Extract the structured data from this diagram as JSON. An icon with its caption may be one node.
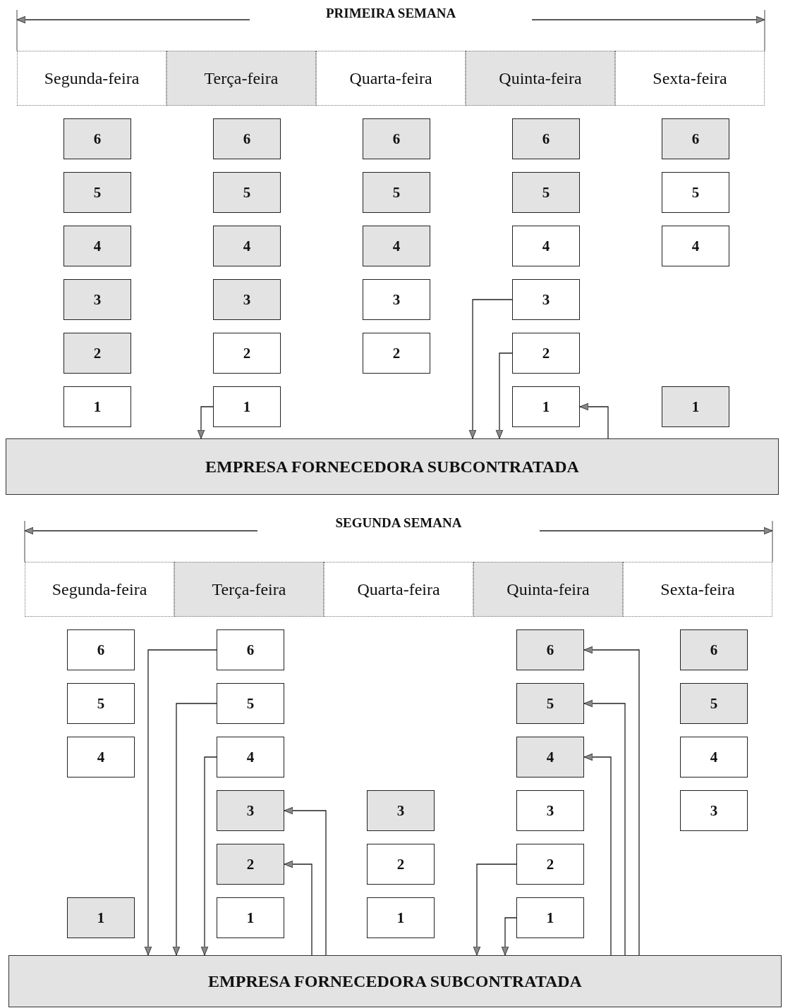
{
  "diagram": {
    "nodes": [
      {
        "text": [
          "Segunda-feira"
        ]
      },
      {
        "text": [
          "Terça-feira"
        ]
      },
      {
        "text": [
          "Quarta-feira"
        ]
      },
      {
        "text": [
          "Quinta-feira"
        ]
      },
      {
        "text": [
          "Sexta-feira"
        ]
      },
      {
        "text": [
          "6"
        ]
      },
      {
        "text": [
          "5"
        ]
      },
      {
        "text": [
          "4"
        ]
      },
      {
        "text": [
          "3"
        ]
      },
      {
        "text": [
          "2"
        ]
      },
      {
        "text": [
          "1"
        ]
      },
      {
        "text": [
          "6"
        ]
      },
      {
        "text": [
          "5"
        ]
      },
      {
        "text": [
          "4"
        ]
      },
      {
        "text": [
          "3"
        ]
      },
      {
        "text": [
          "2"
        ]
      },
      {
        "text": [
          "1"
        ]
      },
      {
        "text": [
          "6"
        ]
      },
      {
        "text": [
          "5"
        ]
      },
      {
        "text": [
          "4"
        ]
      },
      {
        "text": [
          "3"
        ]
      },
      {
        "text": [
          "2"
        ]
      },
      {
        "text": [
          "6"
        ]
      },
      {
        "text": [
          "5"
        ]
      },
      {
        "text": [
          "4"
        ]
      },
      {
        "text": [
          "3"
        ]
      },
      {
        "text": [
          "2"
        ]
      },
      {
        "text": [
          "1"
        ]
      },
      {
        "text": [
          "6"
        ]
      },
      {
        "text": [
          "5"
        ]
      },
      {
        "text": [
          "4"
        ]
      },
      {
        "text": [
          "1"
        ]
      },
      {
        "text": [
          "EMPRESA FORNECEDORA SUBCONTRATADA"
        ]
      },
      {
        "text": [
          "Segunda-feira"
        ]
      },
      {
        "text": [
          "Terça-feira"
        ]
      },
      {
        "text": [
          "Quarta-feira"
        ]
      },
      {
        "text": [
          "Quinta-feira"
        ]
      },
      {
        "text": [
          "Sexta-feira"
        ]
      },
      {
        "text": [
          "6"
        ]
      },
      {
        "text": [
          "5"
        ]
      },
      {
        "text": [
          "4"
        ]
      },
      {
        "text": [
          "1"
        ]
      },
      {
        "text": [
          "6"
        ]
      },
      {
        "text": [
          "5"
        ]
      },
      {
        "text": [
          "4"
        ]
      },
      {
        "text": [
          "3"
        ]
      },
      {
        "text": [
          "2"
        ]
      },
      {
        "text": [
          "1"
        ]
      },
      {
        "text": [
          "3"
        ]
      },
      {
        "text": [
          "2"
        ]
      },
      {
        "text": [
          "1"
        ]
      },
      {
        "text": [
          "6"
        ]
      },
      {
        "text": [
          "5"
        ]
      },
      {
        "text": [
          "4"
        ]
      },
      {
        "text": [
          "3"
        ]
      },
      {
        "text": [
          "2"
        ]
      },
      {
        "text": [
          "1"
        ]
      },
      {
        "text": [
          "6"
        ]
      },
      {
        "text": [
          "5"
        ]
      },
      {
        "text": [
          "4"
        ]
      },
      {
        "text": [
          "3"
        ]
      },
      {
        "text": [
          "EMPRESA FORNECEDORA SUBCONTRATADA"
        ]
      }
    ],
    "edges": [
      {
        "from": 16,
        "to": 32,
        "arrow": "to"
      },
      {
        "from": 25,
        "to": 32,
        "arrow": "to"
      },
      {
        "from": 26,
        "to": 32,
        "arrow": "to"
      },
      {
        "from": 32,
        "to": 27,
        "arrow": "to"
      },
      {
        "from": 42,
        "to": 61,
        "arrow": "to"
      },
      {
        "from": 43,
        "to": 61,
        "arrow": "to"
      },
      {
        "from": 44,
        "to": 61,
        "arrow": "to"
      },
      {
        "from": 61,
        "to": 45,
        "arrow": "to"
      },
      {
        "from": 61,
        "to": 46,
        "arrow": "to"
      },
      {
        "from": 55,
        "to": 61,
        "arrow": "to"
      },
      {
        "from": 56,
        "to": 61,
        "arrow": "to"
      },
      {
        "from": 61,
        "to": 51,
        "arrow": "to"
      },
      {
        "from": 61,
        "to": 52,
        "arrow": "to"
      },
      {
        "from": 61,
        "to": 53,
        "arrow": "to"
      }
    ],
    "labels": [
      "PRIMEIRA SEMANA",
      "SEGUNDA SEMANA"
    ]
  }
}
